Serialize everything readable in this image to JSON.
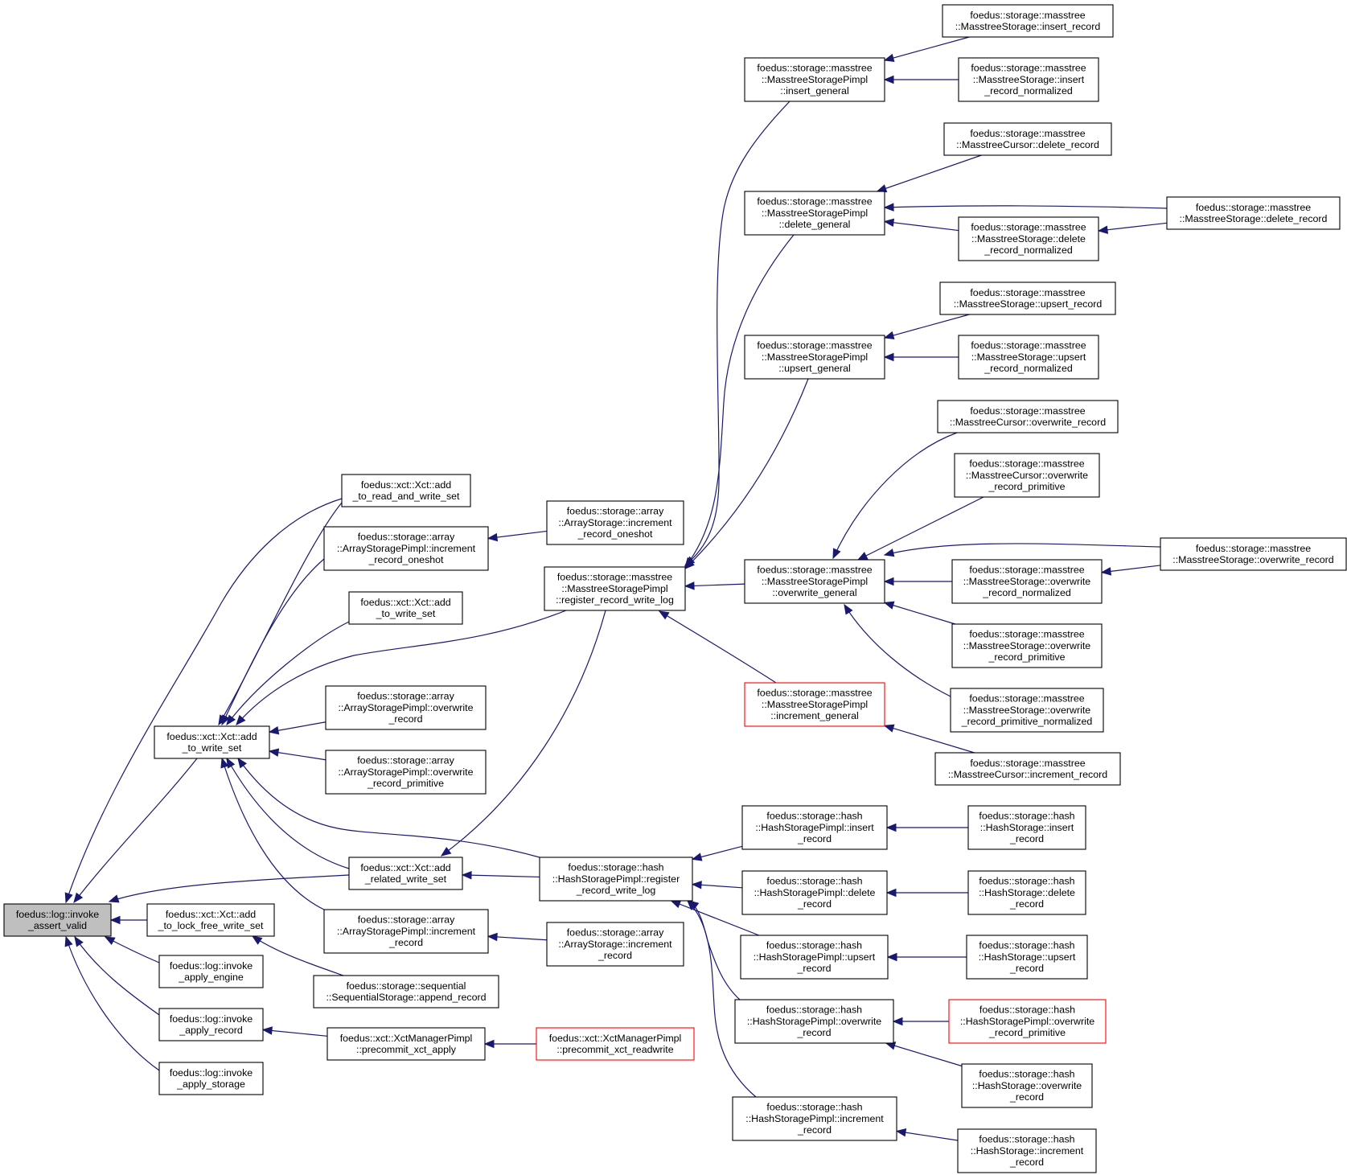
{
  "colors": {
    "edge": "#191970",
    "root_fill": "#bfbfbf",
    "truncated_border": "#ff0000",
    "border": "#000000"
  },
  "nodes": [
    {
      "id": "invoke_assert_valid",
      "lines": [
        "foedus::log::invoke",
        "_assert_valid"
      ],
      "style": "root"
    },
    {
      "id": "add_to_write_set",
      "lines": [
        "foedus::xct::Xct::add",
        "_to_write_set"
      ]
    },
    {
      "id": "add_to_lock_free_write_set",
      "lines": [
        "foedus::xct::Xct::add",
        "_to_lock_free_write_set"
      ]
    },
    {
      "id": "invoke_apply_engine",
      "lines": [
        "foedus::log::invoke",
        "_apply_engine"
      ]
    },
    {
      "id": "invoke_apply_record",
      "lines": [
        "foedus::log::invoke",
        "_apply_record"
      ]
    },
    {
      "id": "invoke_apply_storage",
      "lines": [
        "foedus::log::invoke",
        "_apply_storage"
      ]
    },
    {
      "id": "add_to_read_and_write_set",
      "lines": [
        "foedus::xct::Xct::add",
        "_to_read_and_write_set"
      ]
    },
    {
      "id": "arraypimpl_increment_record_oneshot",
      "lines": [
        "foedus::storage::array",
        "::ArrayStoragePimpl::increment",
        "_record_oneshot"
      ]
    },
    {
      "id": "add_to_write_set2",
      "lines": [
        "foedus::xct::Xct::add",
        "_to_write_set"
      ]
    },
    {
      "id": "arraypimpl_overwrite_record",
      "lines": [
        "foedus::storage::array",
        "::ArrayStoragePimpl::overwrite",
        "_record"
      ]
    },
    {
      "id": "arraypimpl_overwrite_record_primitive",
      "lines": [
        "foedus::storage::array",
        "::ArrayStoragePimpl::overwrite",
        "_record_primitive"
      ]
    },
    {
      "id": "add_related_write_set",
      "lines": [
        "foedus::xct::Xct::add",
        "_related_write_set"
      ]
    },
    {
      "id": "arraypimpl_increment_record",
      "lines": [
        "foedus::storage::array",
        "::ArrayStoragePimpl::increment",
        "_record"
      ]
    },
    {
      "id": "sequential_append_record",
      "lines": [
        "foedus::storage::sequential",
        "::SequentialStorage::append_record"
      ]
    },
    {
      "id": "precommit_xct_apply",
      "lines": [
        "foedus::xct::XctManagerPimpl",
        "::precommit_xct_apply"
      ]
    },
    {
      "id": "precommit_xct_readwrite",
      "lines": [
        "foedus::xct::XctManagerPimpl",
        "::precommit_xct_readwrite"
      ],
      "style": "trunc"
    },
    {
      "id": "array_increment_record_oneshot",
      "lines": [
        "foedus::storage::array",
        "::ArrayStorage::increment",
        "_record_oneshot"
      ]
    },
    {
      "id": "masstree_register_record_write_log",
      "lines": [
        "foedus::storage::masstree",
        "::MasstreeStoragePimpl",
        "::register_record_write_log"
      ]
    },
    {
      "id": "hash_register_record_write_log",
      "lines": [
        "foedus::storage::hash",
        "::HashStoragePimpl::register",
        "_record_write_log"
      ]
    },
    {
      "id": "array_increment_record",
      "lines": [
        "foedus::storage::array",
        "::ArrayStorage::increment",
        "_record"
      ]
    },
    {
      "id": "masstree_insert_general",
      "lines": [
        "foedus::storage::masstree",
        "::MasstreeStoragePimpl",
        "::insert_general"
      ]
    },
    {
      "id": "masstree_delete_general",
      "lines": [
        "foedus::storage::masstree",
        "::MasstreeStoragePimpl",
        "::delete_general"
      ]
    },
    {
      "id": "masstree_upsert_general",
      "lines": [
        "foedus::storage::masstree",
        "::MasstreeStoragePimpl",
        "::upsert_general"
      ]
    },
    {
      "id": "masstree_overwrite_general",
      "lines": [
        "foedus::storage::masstree",
        "::MasstreeStoragePimpl",
        "::overwrite_general"
      ]
    },
    {
      "id": "masstree_increment_general",
      "lines": [
        "foedus::storage::masstree",
        "::MasstreeStoragePimpl",
        "::increment_general"
      ],
      "style": "trunc"
    },
    {
      "id": "hashpimpl_insert_record",
      "lines": [
        "foedus::storage::hash",
        "::HashStoragePimpl::insert",
        "_record"
      ]
    },
    {
      "id": "hashpimpl_delete_record",
      "lines": [
        "foedus::storage::hash",
        "::HashStoragePimpl::delete",
        "_record"
      ]
    },
    {
      "id": "hashpimpl_upsert_record",
      "lines": [
        "foedus::storage::hash",
        "::HashStoragePimpl::upsert",
        "_record"
      ]
    },
    {
      "id": "hashpimpl_overwrite_record",
      "lines": [
        "foedus::storage::hash",
        "::HashStoragePimpl::overwrite",
        "_record"
      ]
    },
    {
      "id": "hashpimpl_increment_record",
      "lines": [
        "foedus::storage::hash",
        "::HashStoragePimpl::increment",
        "_record"
      ]
    },
    {
      "id": "ms_insert_record",
      "lines": [
        "foedus::storage::masstree",
        "::MasstreeStorage::insert_record"
      ]
    },
    {
      "id": "ms_insert_record_normalized",
      "lines": [
        "foedus::storage::masstree",
        "::MasstreeStorage::insert",
        "_record_normalized"
      ]
    },
    {
      "id": "mc_delete_record",
      "lines": [
        "foedus::storage::masstree",
        "::MasstreeCursor::delete_record"
      ]
    },
    {
      "id": "ms_delete_record_normalized",
      "lines": [
        "foedus::storage::masstree",
        "::MasstreeStorage::delete",
        "_record_normalized"
      ]
    },
    {
      "id": "ms_delete_record",
      "lines": [
        "foedus::storage::masstree",
        "::MasstreeStorage::delete_record"
      ]
    },
    {
      "id": "ms_upsert_record",
      "lines": [
        "foedus::storage::masstree",
        "::MasstreeStorage::upsert_record"
      ]
    },
    {
      "id": "ms_upsert_record_normalized",
      "lines": [
        "foedus::storage::masstree",
        "::MasstreeStorage::upsert",
        "_record_normalized"
      ]
    },
    {
      "id": "mc_overwrite_record",
      "lines": [
        "foedus::storage::masstree",
        "::MasstreeCursor::overwrite_record"
      ]
    },
    {
      "id": "mc_overwrite_record_primitive",
      "lines": [
        "foedus::storage::masstree",
        "::MasstreeCursor::overwrite",
        "_record_primitive"
      ]
    },
    {
      "id": "ms_overwrite_record_normalized",
      "lines": [
        "foedus::storage::masstree",
        "::MasstreeStorage::overwrite",
        "_record_normalized"
      ]
    },
    {
      "id": "ms_overwrite_record",
      "lines": [
        "foedus::storage::masstree",
        "::MasstreeStorage::overwrite_record"
      ]
    },
    {
      "id": "ms_overwrite_record_primitive",
      "lines": [
        "foedus::storage::masstree",
        "::MasstreeStorage::overwrite",
        "_record_primitive"
      ]
    },
    {
      "id": "ms_overwrite_record_primitive_normalized",
      "lines": [
        "foedus::storage::masstree",
        "::MasstreeStorage::overwrite",
        "_record_primitive_normalized"
      ]
    },
    {
      "id": "mc_increment_record",
      "lines": [
        "foedus::storage::masstree",
        "::MasstreeCursor::increment_record"
      ]
    },
    {
      "id": "hs_insert_record",
      "lines": [
        "foedus::storage::hash",
        "::HashStorage::insert",
        "_record"
      ]
    },
    {
      "id": "hs_delete_record",
      "lines": [
        "foedus::storage::hash",
        "::HashStorage::delete",
        "_record"
      ]
    },
    {
      "id": "hs_upsert_record",
      "lines": [
        "foedus::storage::hash",
        "::HashStorage::upsert",
        "_record"
      ]
    },
    {
      "id": "hashpimpl_overwrite_record_primitive",
      "lines": [
        "foedus::storage::hash",
        "::HashStoragePimpl::overwrite",
        "_record_primitive"
      ],
      "style": "trunc"
    },
    {
      "id": "hs_overwrite_record",
      "lines": [
        "foedus::storage::hash",
        "::HashStorage::overwrite",
        "_record"
      ]
    },
    {
      "id": "hs_increment_record",
      "lines": [
        "foedus::storage::hash",
        "::HashStorage::increment",
        "_record"
      ]
    }
  ],
  "edges": [
    {
      "from": "add_to_write_set",
      "to": "invoke_assert_valid"
    },
    {
      "from": "add_to_lock_free_write_set",
      "to": "invoke_assert_valid"
    },
    {
      "from": "invoke_apply_engine",
      "to": "invoke_assert_valid"
    },
    {
      "from": "invoke_apply_record",
      "to": "invoke_assert_valid"
    },
    {
      "from": "invoke_apply_storage",
      "to": "invoke_assert_valid"
    },
    {
      "from": "add_to_read_and_write_set",
      "to": "invoke_assert_valid"
    },
    {
      "from": "add_related_write_set",
      "to": "invoke_assert_valid"
    },
    {
      "from": "add_to_read_and_write_set",
      "to": "add_to_write_set"
    },
    {
      "from": "arraypimpl_increment_record_oneshot",
      "to": "add_to_write_set"
    },
    {
      "from": "add_to_write_set2",
      "to": "add_to_write_set"
    },
    {
      "from": "masstree_register_record_write_log",
      "to": "add_to_write_set"
    },
    {
      "from": "arraypimpl_overwrite_record",
      "to": "add_to_write_set"
    },
    {
      "from": "arraypimpl_overwrite_record_primitive",
      "to": "add_to_write_set"
    },
    {
      "from": "add_related_write_set",
      "to": "add_to_write_set"
    },
    {
      "from": "hash_register_record_write_log",
      "to": "add_to_write_set"
    },
    {
      "from": "arraypimpl_increment_record",
      "to": "add_to_write_set"
    },
    {
      "from": "sequential_append_record",
      "to": "add_to_lock_free_write_set"
    },
    {
      "from": "precommit_xct_apply",
      "to": "invoke_apply_record"
    },
    {
      "from": "precommit_xct_readwrite",
      "to": "precommit_xct_apply"
    },
    {
      "from": "array_increment_record_oneshot",
      "to": "arraypimpl_increment_record_oneshot"
    },
    {
      "from": "array_increment_record",
      "to": "arraypimpl_increment_record"
    },
    {
      "from": "masstree_register_record_write_log",
      "to": "add_related_write_set"
    },
    {
      "from": "hash_register_record_write_log",
      "to": "add_related_write_set"
    },
    {
      "from": "masstree_insert_general",
      "to": "masstree_register_record_write_log"
    },
    {
      "from": "masstree_delete_general",
      "to": "masstree_register_record_write_log"
    },
    {
      "from": "masstree_upsert_general",
      "to": "masstree_register_record_write_log"
    },
    {
      "from": "masstree_overwrite_general",
      "to": "masstree_register_record_write_log"
    },
    {
      "from": "masstree_increment_general",
      "to": "masstree_register_record_write_log"
    },
    {
      "from": "hashpimpl_insert_record",
      "to": "hash_register_record_write_log"
    },
    {
      "from": "hashpimpl_delete_record",
      "to": "hash_register_record_write_log"
    },
    {
      "from": "hashpimpl_upsert_record",
      "to": "hash_register_record_write_log"
    },
    {
      "from": "hashpimpl_overwrite_record",
      "to": "hash_register_record_write_log"
    },
    {
      "from": "hashpimpl_increment_record",
      "to": "hash_register_record_write_log"
    },
    {
      "from": "ms_insert_record",
      "to": "masstree_insert_general"
    },
    {
      "from": "ms_insert_record_normalized",
      "to": "masstree_insert_general"
    },
    {
      "from": "mc_delete_record",
      "to": "masstree_delete_general"
    },
    {
      "from": "ms_delete_record",
      "to": "masstree_delete_general"
    },
    {
      "from": "ms_delete_record_normalized",
      "to": "masstree_delete_general"
    },
    {
      "from": "ms_delete_record",
      "to": "ms_delete_record_normalized"
    },
    {
      "from": "ms_upsert_record",
      "to": "masstree_upsert_general"
    },
    {
      "from": "ms_upsert_record_normalized",
      "to": "masstree_upsert_general"
    },
    {
      "from": "mc_overwrite_record",
      "to": "masstree_overwrite_general"
    },
    {
      "from": "mc_overwrite_record_primitive",
      "to": "masstree_overwrite_general"
    },
    {
      "from": "ms_overwrite_record",
      "to": "masstree_overwrite_general"
    },
    {
      "from": "ms_overwrite_record_normalized",
      "to": "masstree_overwrite_general"
    },
    {
      "from": "ms_overwrite_record",
      "to": "ms_overwrite_record_normalized"
    },
    {
      "from": "ms_overwrite_record_primitive",
      "to": "masstree_overwrite_general"
    },
    {
      "from": "ms_overwrite_record_primitive_normalized",
      "to": "masstree_overwrite_general"
    },
    {
      "from": "mc_increment_record",
      "to": "masstree_increment_general"
    },
    {
      "from": "hs_insert_record",
      "to": "hashpimpl_insert_record"
    },
    {
      "from": "hs_delete_record",
      "to": "hashpimpl_delete_record"
    },
    {
      "from": "hs_upsert_record",
      "to": "hashpimpl_upsert_record"
    },
    {
      "from": "hashpimpl_overwrite_record_primitive",
      "to": "hashpimpl_overwrite_record"
    },
    {
      "from": "hs_overwrite_record",
      "to": "hashpimpl_overwrite_record"
    },
    {
      "from": "hs_increment_record",
      "to": "hashpimpl_increment_record"
    }
  ]
}
